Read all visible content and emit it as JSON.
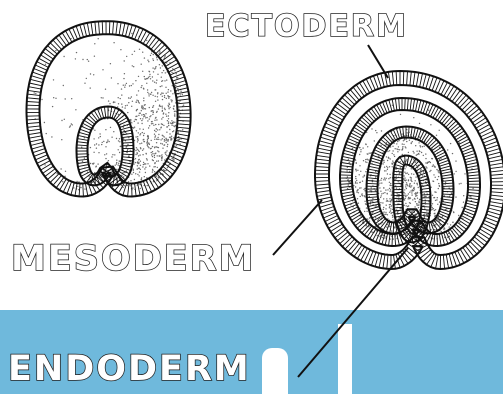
{
  "labels": {
    "ectoderm": "ECTODERM",
    "mesoderm": "MESODERM",
    "endoderm": "ENDODERM"
  },
  "colors": {
    "band": "#6fb9dc",
    "outline": "#111111",
    "stipple": "#6a6a6a"
  }
}
